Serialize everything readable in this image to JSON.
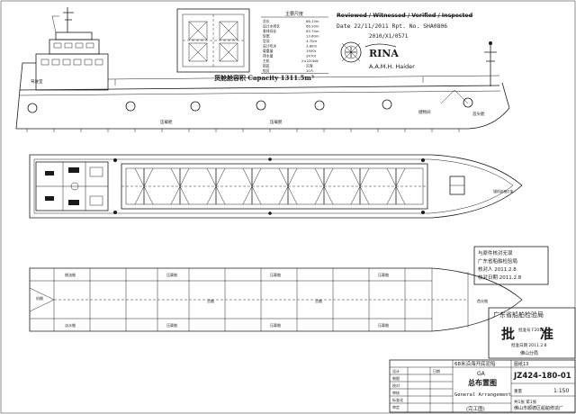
{
  "stamp": {
    "review_line": "Reviewed / Witnessed / Verified / Inspected",
    "date_line": "Date 22/11/2011 Rpt. No. SHA0806",
    "hand_line": "2010/X1/0571",
    "society": "RINA",
    "surveyor": "A.A.M.H. Haider"
  },
  "capacity_label": "货舱舱容积 Capacity 1311.5m³",
  "particulars": {
    "title": "主要尺度",
    "rows": [
      {
        "label": "总长",
        "value": "68.13m"
      },
      {
        "label": "设计水线长",
        "value": "66.50m"
      },
      {
        "label": "垂线间长",
        "value": "63.70m"
      },
      {
        "label": "型宽",
        "value": "13.60m"
      },
      {
        "label": "型深",
        "value": "4.70m"
      },
      {
        "label": "设计吃水",
        "value": "3.80m"
      },
      {
        "label": "载重量",
        "value": "1950t"
      },
      {
        "label": "排水量",
        "value": "2470t"
      },
      {
        "label": "主机",
        "value": "2×220kW"
      },
      {
        "label": "航区",
        "value": "沿海"
      },
      {
        "label": "船员",
        "value": "10人"
      }
    ]
  },
  "view_labels": {
    "deckhouse": "驾驶室",
    "forepeak": "首尖舱",
    "anchor": "锚机",
    "store": "储物间",
    "ballast": "压载舱",
    "hold": "货舱",
    "fuel": "燃油舱",
    "fw": "淡水舱",
    "engine": "机舱",
    "mast_note": "前桅灯架"
  },
  "approval_box": {
    "lines": [
      "与原件核对无误",
      "广东省船舶检验局",
      "核对人 2011.2.8",
      "核对日期 2011.2.8"
    ]
  },
  "seal": {
    "header": "广东省船舶检验局",
    "body_left": "批",
    "body_right": "准",
    "no": "批准号 F2011-xx",
    "date": "批准日期 2011.2.8",
    "branch": "佛山分局"
  },
  "title_block": {
    "vessel": "68米沿海开底泥船",
    "sheet_ref": "图纸13",
    "drawing_no": "JZ424-180-01",
    "cn_title_code": "GA",
    "cn_title": "总布置图",
    "en_title": "General Arrangement",
    "scale": "1:150",
    "status": "(完工图)",
    "company": "佛山市顺德区船舶修造厂",
    "row_labels": [
      "设计",
      "制图",
      "校对",
      "审核",
      "标准化",
      "审定",
      "日期"
    ],
    "sheet": "共1张 第1张",
    "weight_label": "重量"
  }
}
